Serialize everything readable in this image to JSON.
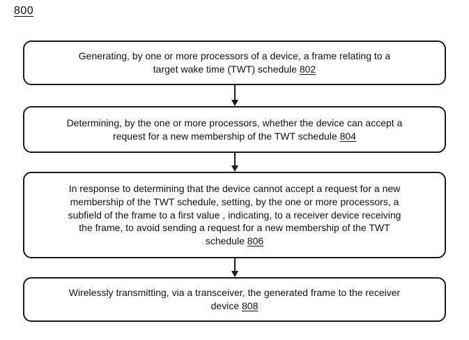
{
  "figure": {
    "label": "800",
    "type": "flowchart",
    "colors": {
      "stroke": "#1a1a1a",
      "background": "#ffffff",
      "text": "#111111"
    }
  },
  "flowchart": {
    "steps": [
      {
        "ref": "802",
        "text": "Generating, by one or more processors  of a device, a frame relating to a\ntarget wake time (TWT) schedule"
      },
      {
        "ref": "804",
        "text": "Determining, by the one or more processors, whether the device can accept a\nrequest for a new membership of the TWT schedule"
      },
      {
        "ref": "806",
        "text": "In response to determining that the device cannot accept a request for a new\nmembership of the TWT schedule, setting, by the one or more processors, a\nsubfield of the frame to a first value , indicating, to a receiver device receiving\nthe frame, to avoid sending a request for a new membership of the TWT\nschedule"
      },
      {
        "ref": "808",
        "text": "Wirelessly transmitting, via a transceiver, the generated frame to the receiver\ndevice"
      }
    ]
  }
}
